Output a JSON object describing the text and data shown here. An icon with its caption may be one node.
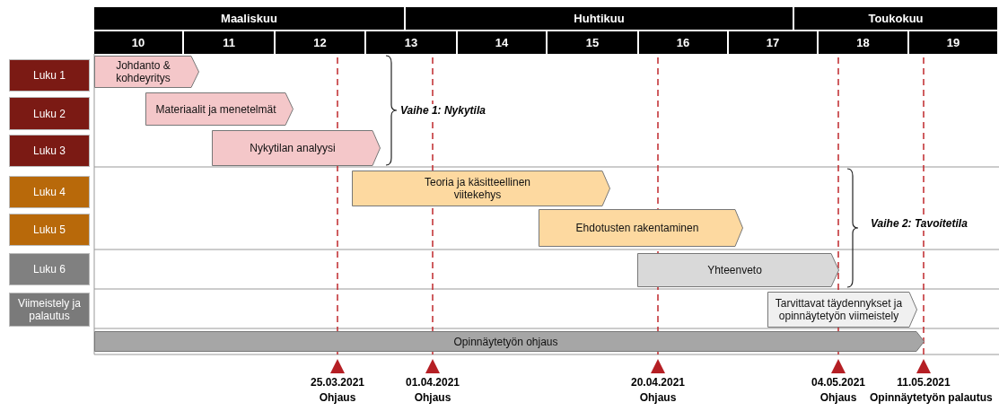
{
  "diagram": {
    "nodes": [
      {
        "text": [
          "Luku 1"
        ]
      },
      {
        "text": [
          "Luku 2"
        ]
      },
      {
        "text": [
          "Luku 3"
        ]
      },
      {
        "text": [
          "Luku 4"
        ]
      },
      {
        "text": [
          "Luku 5"
        ]
      },
      {
        "text": [
          "Luku 6"
        ]
      },
      {
        "text": [
          "Viimeistely ja palautus"
        ]
      },
      {
        "text": [
          "Johdanto & kohdeyritys"
        ]
      },
      {
        "text": [
          "Materiaalit ja menetelmät"
        ]
      },
      {
        "text": [
          "Nykytilan analyysi"
        ]
      },
      {
        "text": [
          "Teoria ja käsitteellinen viitekehys"
        ]
      },
      {
        "text": [
          "Ehdotusten rakentaminen"
        ]
      },
      {
        "text": [
          "Yhteenveto"
        ]
      },
      {
        "text": [
          "Tarvittavat täydennykset ja opinnäytetyön viimeistely"
        ]
      },
      {
        "text": [
          "Opinnäytetyön ohjaus"
        ]
      }
    ],
    "edges": [],
    "labels": [
      "Maaliskuu",
      "Huhtikuu",
      "Toukokuu",
      "10",
      "11",
      "12",
      "13",
      "14",
      "15",
      "16",
      "17",
      "18",
      "19",
      "Vaihe 1: Nykytila",
      "Vaihe 2: Tavoitetila",
      "25.03.2021",
      "Ohjaus",
      "01.04.2021",
      "Ohjaus",
      "20.04.2021",
      "Ohjaus",
      "04.05.2021",
      "Ohjaus",
      "11.05.2021",
      "Opinnäytetyön palautus"
    ]
  }
}
